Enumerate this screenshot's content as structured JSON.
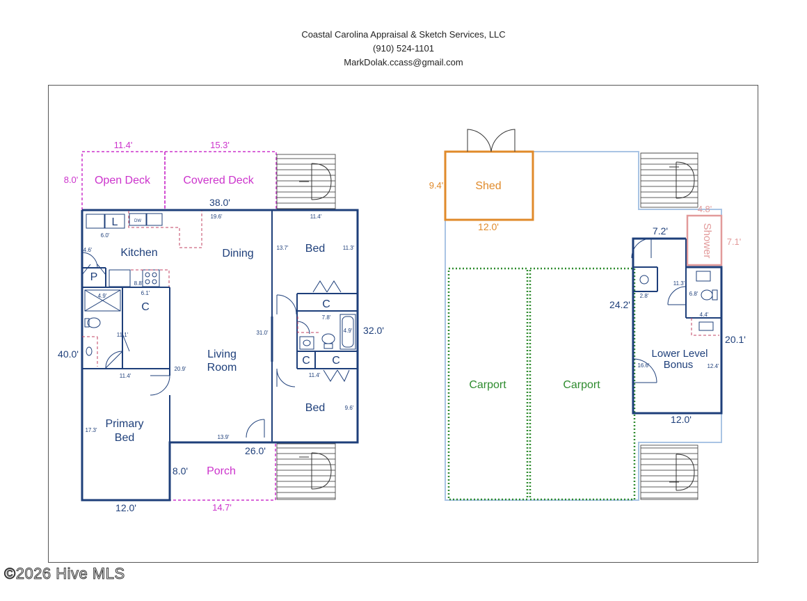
{
  "header": {
    "company": "Coastal Carolina Appraisal & Sketch Services, LLC",
    "phone": "(910) 524-1101",
    "email": "MarkDolak.ccass@gmail.com"
  },
  "colors": {
    "wall": "#1e3f7a",
    "deck": "#cc33cc",
    "shed": "#e08a2a",
    "carport": "#2e8b2e",
    "outline_light": "#a9c4e4",
    "shower": "#e29a9a",
    "fixture": "#c04060"
  },
  "upper_level": {
    "rooms": {
      "open_deck": "Open Deck",
      "covered_deck": "Covered Deck",
      "kitchen": "Kitchen",
      "dining": "Dining",
      "bed_top": "Bed",
      "bed_bottom": "Bed",
      "living_1": "Living",
      "living_2": "Room",
      "primary_1": "Primary",
      "primary_2": "Bed",
      "porch": "Porch",
      "pantry": "P",
      "laundry": "L",
      "closet_primary": "C",
      "closet_bed": "C",
      "closet_hall_1": "C",
      "closet_hall_2": "C",
      "dw": "DW"
    },
    "dims_major": {
      "open_deck_w": "11.4'",
      "covered_deck_w": "15.3'",
      "deck_h": "8.0'",
      "house_w": "38.0'",
      "house_right": "32.0'",
      "house_left": "40.0'",
      "porch_top": "26.0'",
      "porch_h": "8.0'",
      "primary_bottom": "12.0'",
      "porch_bottom": "14.7'"
    },
    "dims_minor": {
      "kitchen_top": "19.6'",
      "laundry": "6.0'",
      "kitchen_left": "4.6'",
      "counter": "8.8'",
      "counter2": "6.1'",
      "shower": "4.9'",
      "bath_closet": "11.1'",
      "primary_top": "11.4'",
      "living_left": "20.9'",
      "living_right": "31.0'",
      "living_bottom": "13.9'",
      "primary_left": "17.3'",
      "bed_top_w": "11.4'",
      "bed_top_left": "13.7'",
      "bed_top_right": "11.3'",
      "bath_w": "7.8'",
      "tub": "4.9'",
      "bed_bottom_top": "11.4'",
      "bed_bottom_right": "9.6'"
    }
  },
  "lower_level": {
    "rooms": {
      "shed": "Shed",
      "shower": "Shower",
      "carport_left": "Carport",
      "carport_right": "Carport",
      "bonus_1": "Lower Level",
      "bonus_2": "Bonus"
    },
    "dims_major": {
      "shed_h": "9.4'",
      "shed_w": "12.0'",
      "shower_top": "4.8'",
      "shower_h": "7.1'",
      "bonus_top": "7.2'",
      "bonus_left": "24.2'",
      "bonus_right": "20.1'",
      "bonus_bottom": "12.0'"
    },
    "dims_minor": {
      "wh": "2.8'",
      "bath_h": "11.3'",
      "bath_w": "6.8'",
      "sink": "4.4'",
      "bonus_inner_left": "16.6'",
      "bonus_inner_right": "12.4'"
    }
  },
  "watermark": "©2026 Hive MLS"
}
